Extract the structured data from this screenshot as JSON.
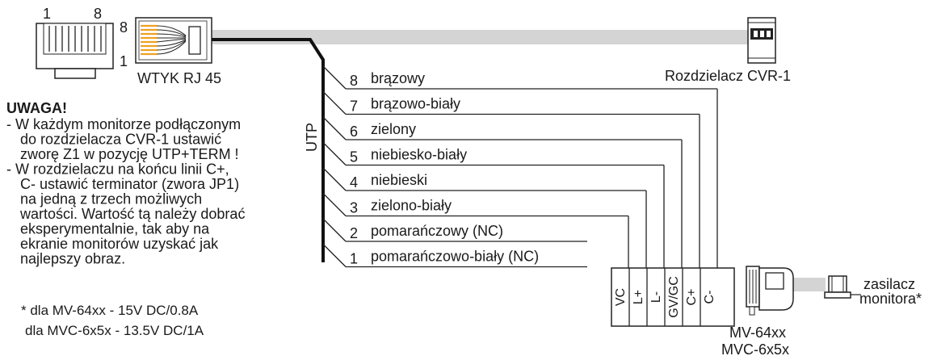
{
  "connector": {
    "pin_label_1": "1",
    "pin_label_8": "8",
    "side_label_8": "8",
    "side_label_1": "1",
    "title": "WTYK RJ 45"
  },
  "cable": {
    "label": "UTP"
  },
  "splitter": {
    "label": "Rozdzielacz CVR-1"
  },
  "wires": [
    {
      "num": "8",
      "name": "brązowy"
    },
    {
      "num": "7",
      "name": "brązowo-biały"
    },
    {
      "num": "6",
      "name": "zielony"
    },
    {
      "num": "5",
      "name": "niebiesko-biały"
    },
    {
      "num": "4",
      "name": "niebieski"
    },
    {
      "num": "3",
      "name": "zielono-biały"
    },
    {
      "num": "2",
      "name": "pomarańczowy (NC)"
    },
    {
      "num": "1",
      "name": "pomarańczowo-biały (NC)"
    }
  ],
  "terminals": [
    "VC",
    "L+",
    "L-",
    "GV/GC",
    "C+",
    "C-"
  ],
  "monitor": {
    "line1": "MV-64xx",
    "line2": "MVC-6x5x"
  },
  "power": {
    "line1": "zasilacz",
    "line2": "monitora*"
  },
  "warning": {
    "title": "UWAGA!",
    "lines": [
      "- W każdym monitorze podłączonym",
      "  do rozdzielacza CVR-1 ustawić",
      "  zworę Z1 w pozycję UTP+TERM !",
      "- W rozdzielaczu na końcu linii C+,",
      "  C- ustawić terminator (zwora JP1)",
      "  na jedną z trzech możliwych",
      "  wartości. Wartość tą należy dobrać",
      "  eksperymentalnie, tak aby na",
      "  ekranie monitorów uzyskać jak",
      "  najlepszy obraz."
    ]
  },
  "footnote": {
    "line1": "*  dla MV-64xx - 15V DC/0.8A",
    "line2": "dla MVC-6x5x - 13.5V DC/1A"
  }
}
